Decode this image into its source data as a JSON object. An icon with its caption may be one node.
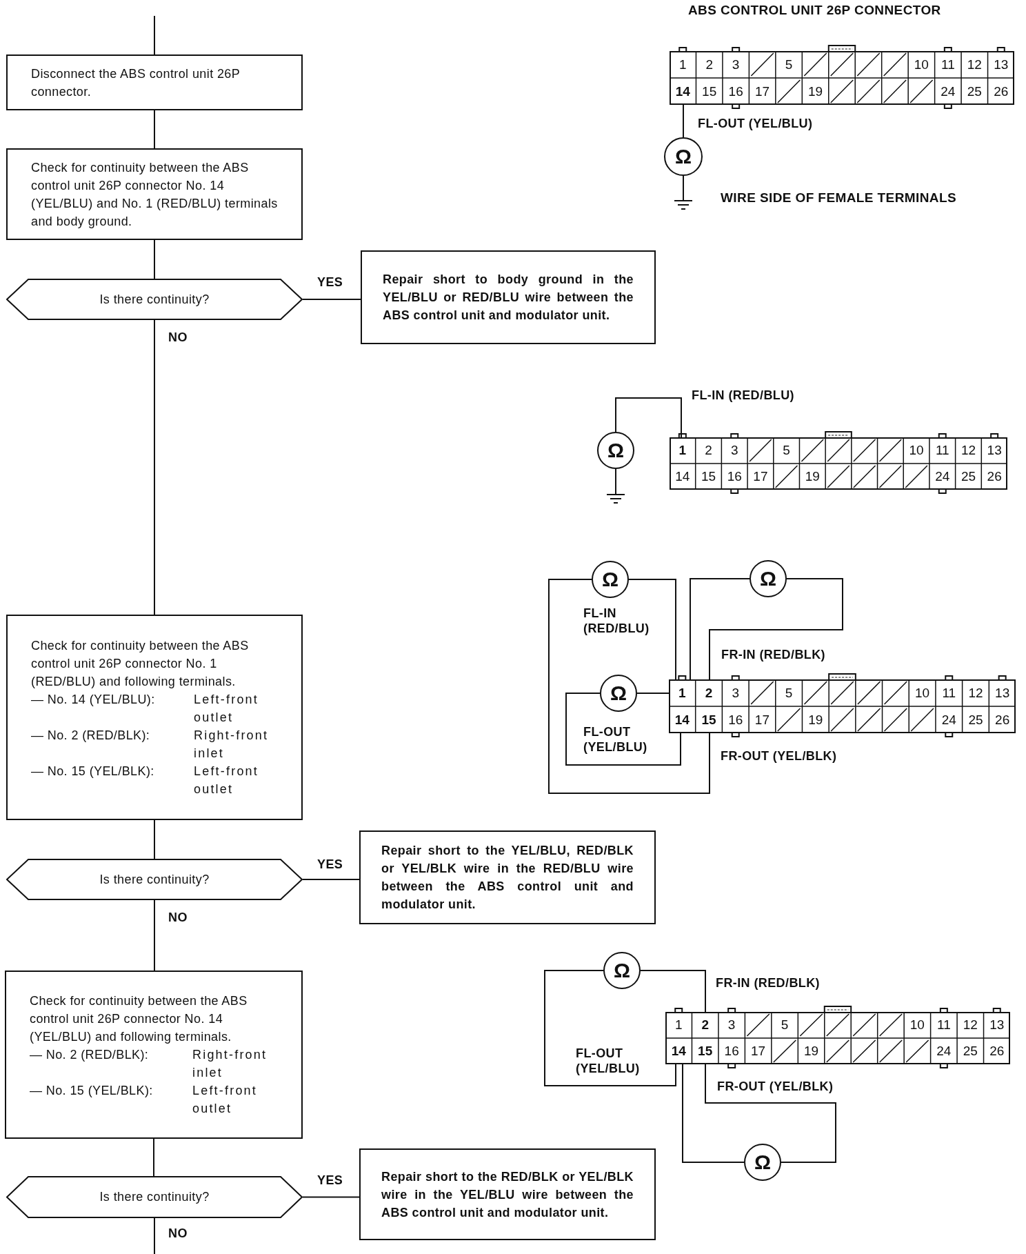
{
  "diagram": {
    "nodes": [
      {
        "text": [
          "Disconnect the ABS control unit 26P connector."
        ]
      },
      {
        "text": [
          "Check for continuity between the ABS control unit 26P connector No. 14 (YEL/BLU) and No. 1 (RED/BLU) terminals and body ground."
        ]
      },
      {
        "text": [
          "Is there continuity?"
        ]
      },
      {
        "text": [
          "Repair short to body ground in the YEL/BLU or RED/BLU wire between the ABS control unit and modulator unit."
        ]
      },
      {
        "text": [
          "Check for continuity between the ABS control unit 26P connector No. 1 (RED/BLU) and following terminals.",
          "— No. 14 (YEL/BLU):",
          "Left-front outlet",
          "— No. 2 (RED/BLK):",
          "Right-front inlet",
          "— No. 15 (YEL/BLK):",
          "Left-front outlet"
        ]
      },
      {
        "text": [
          "Is there continuity?"
        ]
      },
      {
        "text": [
          "Repair short to the YEL/BLU, RED/BLK or YEL/BLK wire in the RED/BLU wire between the ABS control unit and modulator unit."
        ]
      },
      {
        "text": [
          "Check for continuity between the ABS control unit 26P connector No. 14 (YEL/BLU) and following terminals.",
          "— No. 2 (RED/BLK):",
          "Right-front inlet",
          "— No. 15 (YEL/BLK):",
          "Left-front outlet"
        ]
      },
      {
        "text": [
          "Is there continuity?"
        ]
      },
      {
        "text": [
          "Repair short to the RED/BLK or YEL/BLK wire in the YEL/BLU wire between the ABS control unit and modulator unit."
        ]
      },
      {
        "text": [
          "1",
          "2",
          "3",
          "5",
          "10",
          "11",
          "12",
          "13",
          "14",
          "15",
          "16",
          "17",
          "19",
          "24",
          "25",
          "26"
        ]
      },
      {
        "text": [
          "Ω"
        ]
      },
      {
        "text": [],
        "shape": "ground"
      },
      {
        "text": [
          "Ω"
        ]
      },
      {
        "text": [
          "1",
          "2",
          "3",
          "5",
          "10",
          "11",
          "12",
          "13",
          "14",
          "15",
          "16",
          "17",
          "19",
          "24",
          "25",
          "26"
        ]
      },
      {
        "text": [],
        "shape": "ground"
      },
      {
        "text": [
          "Ω"
        ]
      },
      {
        "text": [
          "Ω"
        ]
      },
      {
        "text": [
          "Ω"
        ]
      },
      {
        "text": [
          "1",
          "2",
          "3",
          "5",
          "10",
          "11",
          "12",
          "13",
          "14",
          "15",
          "16",
          "17",
          "19",
          "24",
          "25",
          "26"
        ]
      },
      {
        "text": [
          "Ω"
        ]
      },
      {
        "text": [
          "1",
          "2",
          "3",
          "5",
          "10",
          "11",
          "12",
          "13",
          "14",
          "15",
          "16",
          "17",
          "19",
          "24",
          "25",
          "26"
        ]
      },
      {
        "text": [
          "Ω"
        ]
      }
    ],
    "edges": [
      {
        "from": null,
        "to": 0,
        "arrow": "none"
      },
      {
        "from": 0,
        "to": 1,
        "arrow": "none"
      },
      {
        "from": 1,
        "to": 2,
        "arrow": "none"
      },
      {
        "from": 2,
        "to": 3,
        "arrow": "none",
        "label": "YES"
      },
      {
        "from": 2,
        "to": 4,
        "arrow": "none",
        "label": "NO"
      },
      {
        "from": 4,
        "to": 5,
        "arrow": "none"
      },
      {
        "from": 5,
        "to": 6,
        "arrow": "none",
        "label": "YES"
      },
      {
        "from": 5,
        "to": 7,
        "arrow": "none",
        "label": "NO"
      },
      {
        "from": 7,
        "to": 8,
        "arrow": "none"
      },
      {
        "from": 8,
        "to": 9,
        "arrow": "none",
        "label": "YES"
      },
      {
        "from": 8,
        "to": null,
        "arrow": "none",
        "label": "NO"
      },
      {
        "from": 11,
        "to": 10,
        "arrow": "none",
        "label": "FL-OUT (YEL/BLU)"
      },
      {
        "from": 11,
        "to": 12,
        "arrow": "none"
      },
      {
        "from": 13,
        "to": 14,
        "arrow": "none",
        "label": "FL-IN (RED/BLU)"
      },
      {
        "from": 13,
        "to": 15,
        "arrow": "none"
      },
      {
        "from": 16,
        "to": 19,
        "arrow": "none",
        "label": "FL-IN (RED/BLU)"
      },
      {
        "from": 16,
        "to": 19,
        "arrow": "none",
        "label": "FR-OUT (YEL/BLK)"
      },
      {
        "from": 17,
        "to": 19,
        "arrow": "none"
      },
      {
        "from": 17,
        "to": 19,
        "arrow": "none",
        "label": "FR-IN (RED/BLK)"
      },
      {
        "from": 18,
        "to": 19,
        "arrow": "none"
      },
      {
        "from": 18,
        "to": 19,
        "arrow": "none",
        "label": "FL-OUT (YEL/BLU)"
      },
      {
        "from": 20,
        "to": 21,
        "arrow": "none",
        "label": "FL-OUT (YEL/BLU)"
      },
      {
        "from": 20,
        "to": 21,
        "arrow": "none",
        "label": "FR-IN (RED/BLK)"
      },
      {
        "from": 22,
        "to": 21,
        "arrow": "none"
      },
      {
        "from": 22,
        "to": 21,
        "arrow": "none",
        "label": "FR-OUT (YEL/BLK)"
      }
    ],
    "labels": [
      "ABS CONTROL UNIT 26P CONNECTOR",
      "WIRE SIDE OF FEMALE TERMINALS"
    ]
  }
}
